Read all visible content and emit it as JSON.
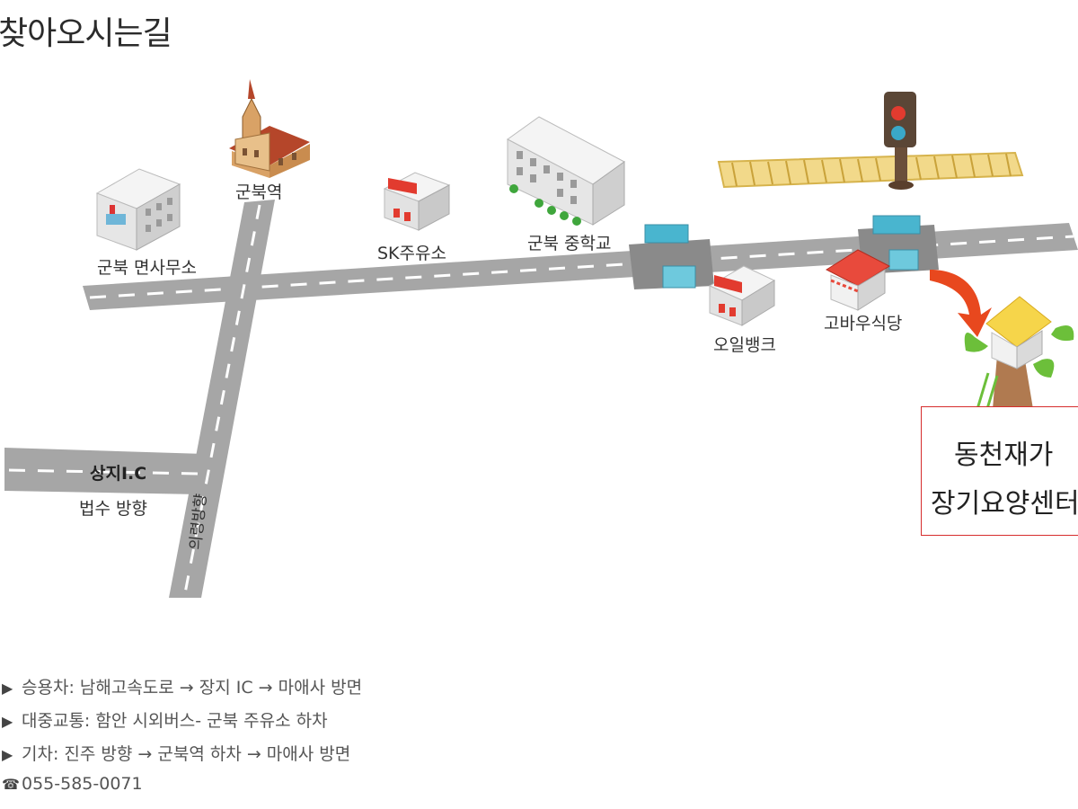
{
  "page_title": "찾아오시는길",
  "map": {
    "labels": {
      "gunbuk_station": "군북역",
      "myeon_office": "군북 면사무소",
      "sk_gas": "SK주유소",
      "middle_school": "군북 중학교",
      "oil_bank": "오일뱅크",
      "gobau_restaurant": "고바우식당",
      "sangji_ic": "상지I.C",
      "beopsu": "법수 방향",
      "uiryeong": "의령방향"
    },
    "destination": {
      "line1": "동천재가",
      "line2": "장기요양센터"
    },
    "colors": {
      "road": "#a6a6a6",
      "lane": "#ffffff",
      "arrow": "#e8481e",
      "box_border": "#d62d2d"
    }
  },
  "directions": [
    {
      "mark": "▶",
      "text": "승용차: 남해고속도로 → 장지 IC → 마애사 방면"
    },
    {
      "mark": "▶",
      "text": "대중교통: 함안 시외버스- 군북 주유소 하차"
    },
    {
      "mark": "▶",
      "text": "기차: 진주 방향 → 군북역 하차 → 마애사 방면"
    },
    {
      "mark": "☎",
      "text": "055-585-0071"
    }
  ]
}
